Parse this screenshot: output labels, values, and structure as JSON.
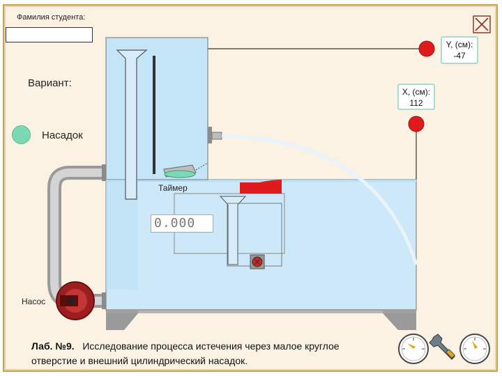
{
  "student": {
    "label": "Фамилия студента:",
    "value": ""
  },
  "variant": {
    "label": "Вариант:"
  },
  "nozzle": {
    "label": "Насадок"
  },
  "readouts": {
    "y_label": "Y, (см):",
    "y_value": "-47",
    "x_label": "X, (см):",
    "x_value": "112"
  },
  "timer": {
    "label": "Таймер",
    "value": "0.000"
  },
  "pump": {
    "label": "Насос"
  },
  "lab": {
    "number": "Лаб. №9.",
    "title_line1": "Исследование процесса истечения через малое круглое",
    "title_line2": "отверстие и внешний цилиндрический насадок."
  },
  "icons": {
    "close": "close-icon",
    "tools": "wrench-icon",
    "gauge_left": "pressure-gauge-icon",
    "gauge_right": "pressure-gauge-icon",
    "valve": "valve-icon"
  },
  "colors": {
    "panel_bg": "#fbf2e3",
    "panel_border": "#c9a24a",
    "water": "#c4e4f7",
    "tank_water": "#cde8f8",
    "marker_red": "#e01b1b",
    "pump_red": "#9b1d1d",
    "nozzle_green": "#7dd9b4",
    "readout_border": "#a8dcd2"
  }
}
